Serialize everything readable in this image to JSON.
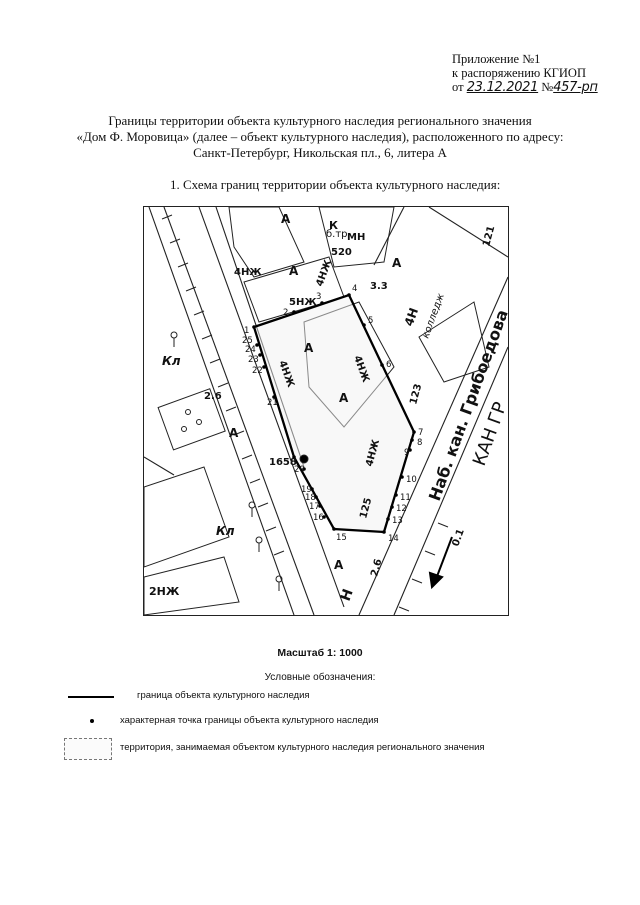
{
  "appendix": {
    "line1": "Приложение №1",
    "line2": "к распоряжению КГИОП",
    "from_label": "от",
    "date": "23.12.2021",
    "number_label": "№",
    "number": "457-рп"
  },
  "title": {
    "line1": "Границы территории объекта культурного наследия регионального значения",
    "line2": "«Дом Ф. Моровица» (далее – объект культурного наследия), расположенного по адресу:",
    "line3": "Санкт-Петербург, Никольская пл., 6, литера А"
  },
  "scheme_caption": "1.   Схема границ территории объекта культурного наследия:",
  "map": {
    "street_labels": {
      "embankment": "Наб. кан. Грибоедова",
      "canal": "КАН ГР",
      "square": "Н"
    },
    "building_labels": {
      "a_top": "А",
      "kn": "К",
      "mn": "МН",
      "b_tr": "б.тр",
      "tr_num": "520",
      "a_right": "А",
      "v_4nzh": "4НЖ",
      "a_mid": "А",
      "v_5nzh": "5НЖ",
      "v_4nzh_b": "4НЖ",
      "kl_left": "Кл",
      "a_main": "А",
      "v_4nzh_c": "4НЖ",
      "v_4nzh_d": "4НЖ",
      "v_4nzh_e": "4НЖ",
      "a_court": "А",
      "v_4n": "4Н",
      "college": "колледж",
      "a_left": "А",
      "kl_bottom": "Кл",
      "v_2nzh": "2НЖ",
      "a_bottom": "А",
      "v_125": "125",
      "v_123": "123",
      "v_121": "121"
    },
    "spot_heights": [
      "3.3",
      "2.6",
      "1658",
      "2.6",
      "0.1"
    ],
    "point_labels": [
      "1",
      "2",
      "3",
      "4",
      "5",
      "6",
      "7",
      "8",
      "9",
      "10",
      "11",
      "12",
      "13",
      "14",
      "15",
      "16",
      "17",
      "18",
      "19",
      "20",
      "21",
      "22",
      "23",
      "24",
      "25"
    ]
  },
  "scale_label": "Масштаб 1: 1000",
  "legend": {
    "title": "Условные обозначения:",
    "items": [
      {
        "symbol": "boundary-line",
        "label": "граница объекта культурного наследия"
      },
      {
        "symbol": "boundary-point",
        "label": "характерная точка границы объекта культурного наследия"
      },
      {
        "symbol": "territory-area",
        "label": "территория, занимаемая объектом культурного наследия регионального значения"
      }
    ]
  }
}
